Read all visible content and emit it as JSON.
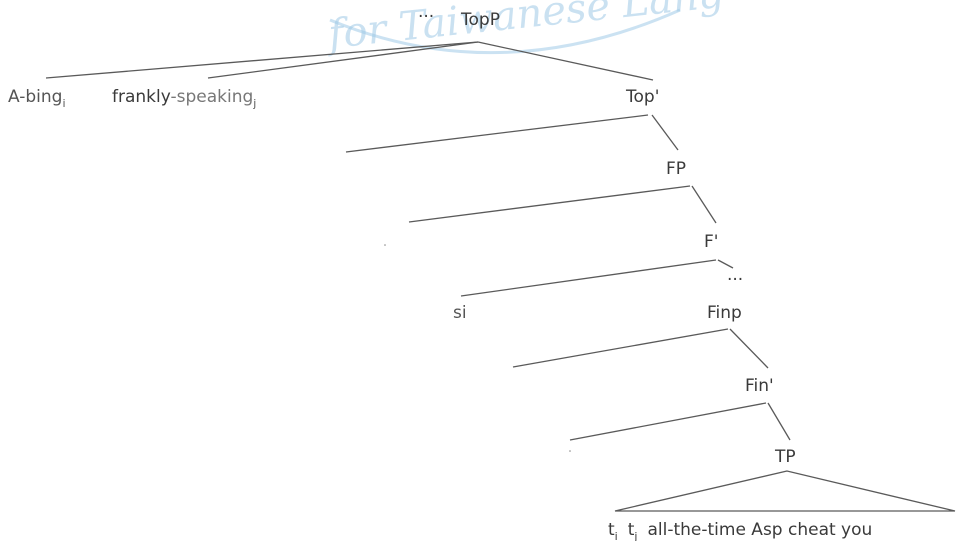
{
  "watermark": {
    "text": "for Taiwanese Lang"
  },
  "nodes": {
    "top_ellipsis": "...",
    "topP": "TopP",
    "topBar": "Top'",
    "fp": "FP",
    "fBar": "F'",
    "mid_ellipsis": "...",
    "si": "si",
    "finp": "Finp",
    "finBar": "Fin'",
    "tp": "TP"
  },
  "spec1": {
    "word": "A-bing",
    "index": "i"
  },
  "spec2": {
    "word_a": "frankly",
    "word_b": "-speaking",
    "index": "j"
  },
  "bottom": {
    "t1": "t",
    "t1_index": "i",
    "t2": "t",
    "t2_index": "j",
    "rest": "all-the-time Asp cheat you"
  }
}
